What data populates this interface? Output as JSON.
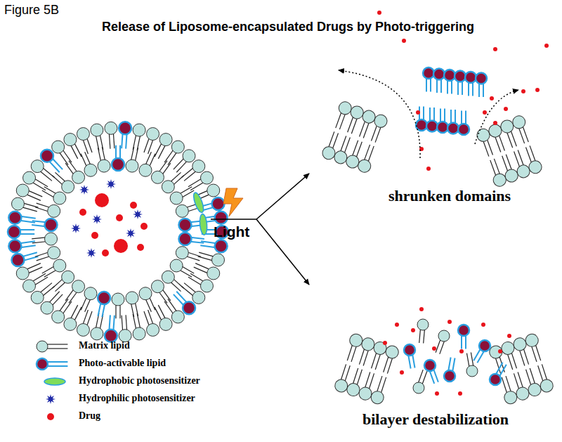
{
  "diagram": {
    "title": "Release of Liposome-encapsulated Drugs by Photo-triggering",
    "labels": [
      "Figure 5B",
      "Light",
      "shrunken domains",
      "bilayer destabilization"
    ],
    "legend": [
      {
        "text": "Matrix lipid"
      },
      {
        "text": "Photo-activable lipid"
      },
      {
        "text": "Hydrophobic photosensitizer"
      },
      {
        "text": "Hydrophilic photosensitizer"
      },
      {
        "text": "Drug"
      }
    ]
  }
}
